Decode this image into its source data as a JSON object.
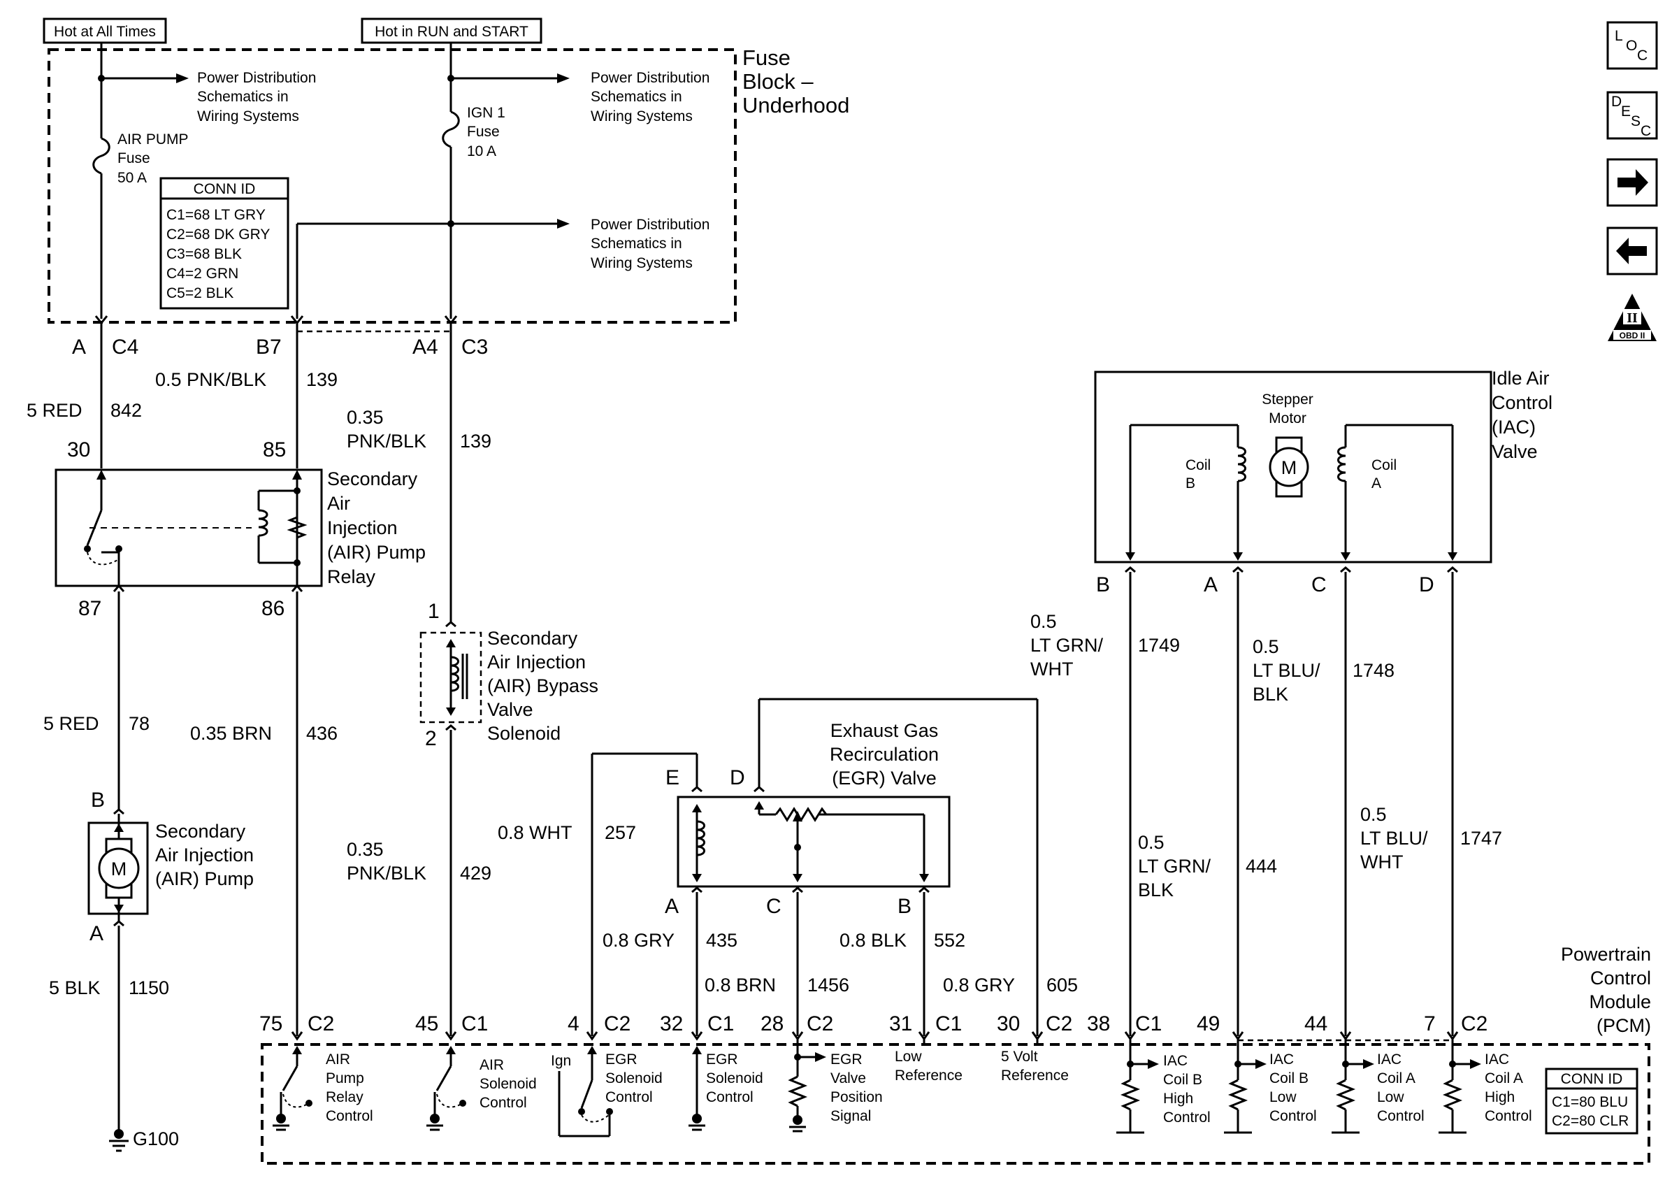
{
  "header": {
    "hot_at_all_times": "Hot at All Times",
    "hot_in_run_and_start": "Hot in RUN and START"
  },
  "fuse_block": {
    "title": [
      "Fuse",
      "Block –",
      "Underhood"
    ],
    "power_distribution": [
      "Power Distribution",
      "Schematics in",
      "Wiring Systems"
    ],
    "air_pump_fuse": [
      "AIR PUMP",
      "Fuse",
      "50 A"
    ],
    "ign1_fuse": [
      "IGN 1",
      "Fuse",
      "10 A"
    ],
    "conn_id": {
      "title": "CONN ID",
      "lines": [
        "C1=68 LT GRY",
        "C2=68 DK GRY",
        "C3=68 BLK",
        "C4=2 GRN",
        "C5=2 BLK"
      ]
    },
    "pins": {
      "a": "A",
      "c4": "C4",
      "b7": "B7",
      "a4": "A4",
      "c3": "C3"
    }
  },
  "wires": {
    "w139a": {
      "gauge": "0.5 PNK/BLK",
      "circuit": "139"
    },
    "w842": {
      "gauge": "5 RED",
      "circuit": "842"
    },
    "w139b": {
      "gauge": [
        "0.35",
        "PNK/BLK"
      ],
      "circuit": "139"
    },
    "w78": {
      "gauge": "5 RED",
      "circuit": "78"
    },
    "w436": {
      "gauge": "0.35 BRN",
      "circuit": "436"
    },
    "w429": {
      "gauge": [
        "0.35",
        "PNK/BLK"
      ],
      "circuit": "429"
    },
    "w1150": {
      "gauge": "5 BLK",
      "circuit": "1150"
    },
    "w257": {
      "gauge": "0.8 WHT",
      "circuit": "257"
    },
    "w435": {
      "gauge": "0.8 GRY",
      "circuit": "435"
    },
    "w1456": {
      "gauge": "0.8 BRN",
      "circuit": "1456"
    },
    "w552": {
      "gauge": "0.8 BLK",
      "circuit": "552"
    },
    "w605": {
      "gauge": "0.8 GRY",
      "circuit": "605"
    },
    "w1749": {
      "gauge": [
        "0.5",
        "LT GRN/",
        "WHT"
      ],
      "circuit": "1749"
    },
    "w1748": {
      "gauge": [
        "0.5",
        "LT BLU/",
        "BLK"
      ],
      "circuit": "1748"
    },
    "w444": {
      "gauge": [
        "0.5",
        "LT GRN/",
        "BLK"
      ],
      "circuit": "444"
    },
    "w1747": {
      "gauge": [
        "0.5",
        "LT BLU/",
        "WHT"
      ],
      "circuit": "1747"
    }
  },
  "relay": {
    "name": [
      "Secondary",
      "Air",
      "Injection",
      "(AIR) Pump",
      "Relay"
    ],
    "pins": {
      "p30": "30",
      "p85": "85",
      "p87": "87",
      "p86": "86"
    }
  },
  "bypass_valve": {
    "name": [
      "Secondary",
      "Air Injection",
      "(AIR) Bypass",
      "Valve",
      "Solenoid"
    ],
    "pins": {
      "p1": "1",
      "p2": "2"
    }
  },
  "air_pump": {
    "name": [
      "Secondary",
      "Air Injection",
      "(AIR) Pump"
    ],
    "motor": "M",
    "pins": {
      "b": "B",
      "a": "A"
    },
    "ground": "G100"
  },
  "egr": {
    "name": [
      "Exhaust Gas",
      "Recirculation",
      "(EGR) Valve"
    ],
    "pins": {
      "e": "E",
      "d": "D",
      "a": "A",
      "c": "C",
      "b": "B"
    }
  },
  "iac": {
    "name": [
      "Idle Air",
      "Control",
      "(IAC)",
      "Valve"
    ],
    "stepper": [
      "Stepper",
      "Motor"
    ],
    "motor": "M",
    "coil_b": [
      "Coil",
      "B"
    ],
    "coil_a": [
      "Coil",
      "A"
    ],
    "pins": {
      "b": "B",
      "a": "A",
      "c": "C",
      "d": "D"
    }
  },
  "pcm": {
    "name": [
      "Powertrain",
      "Control",
      "Module",
      "(PCM)"
    ],
    "pins": [
      {
        "num": "75",
        "conn": "C2"
      },
      {
        "num": "45",
        "conn": "C1"
      },
      {
        "num": "4",
        "conn": "C2"
      },
      {
        "num": "32",
        "conn": "C1"
      },
      {
        "num": "28",
        "conn": "C2"
      },
      {
        "num": "31",
        "conn": "C1"
      },
      {
        "num": "30",
        "conn": "C2"
      },
      {
        "num": "38",
        "conn": "C1"
      },
      {
        "num": "49",
        "conn": ""
      },
      {
        "num": "44",
        "conn": ""
      },
      {
        "num": "7",
        "conn": "C2"
      }
    ],
    "functions": {
      "air_pump_relay": [
        "AIR",
        "Pump",
        "Relay",
        "Control"
      ],
      "air_solenoid": [
        "AIR",
        "Solenoid",
        "Control"
      ],
      "ign": "Ign",
      "egr_solenoid_c2": [
        "EGR",
        "Solenoid",
        "Control"
      ],
      "egr_solenoid_c1": [
        "EGR",
        "Solenoid",
        "Control"
      ],
      "egr_position": [
        "EGR",
        "Valve",
        "Position",
        "Signal"
      ],
      "low_reference": [
        "Low",
        "Reference"
      ],
      "five_volt_ref": [
        "5 Volt",
        "Reference"
      ],
      "iac_b_high": [
        "IAC",
        "Coil B",
        "High",
        "Control"
      ],
      "iac_b_low": [
        "IAC",
        "Coil B",
        "Low",
        "Control"
      ],
      "iac_a_low": [
        "IAC",
        "Coil A",
        "Low",
        "Control"
      ],
      "iac_a_high": [
        "IAC",
        "Coil A",
        "High",
        "Control"
      ]
    },
    "conn_id": {
      "title": "CONN ID",
      "lines": [
        "C1=80 BLU",
        "C2=80 CLR"
      ]
    }
  },
  "nav": {
    "loc": [
      "L",
      "O",
      "C"
    ],
    "desc": [
      "D",
      "E",
      "S",
      "C"
    ],
    "obd": {
      "roman": "II",
      "label": "OBD II"
    }
  }
}
